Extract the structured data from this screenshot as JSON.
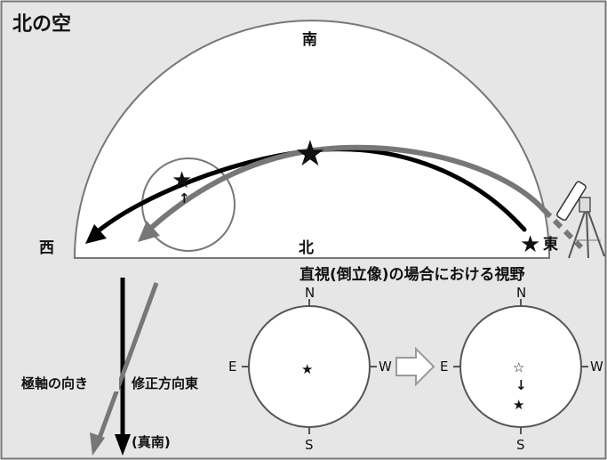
{
  "title": "北の空",
  "dome": {
    "top": "南",
    "bottom": "北",
    "left": "西",
    "right": "東"
  },
  "fov_caption": "直視(倒立像)の場合における視野",
  "axis": {
    "pole_axis_label": "極軸の向き",
    "correction_label": "修正方向東",
    "true_south_label": "(真南)"
  },
  "compass": {
    "n": "N",
    "s": "S",
    "e": "E",
    "w": "W"
  },
  "glyphs": {
    "star": "★",
    "star_outline": "☆",
    "down_arrow": "↓",
    "up_arrow": "↑"
  },
  "colors": {
    "background": "#e6e6e6",
    "frame": "#777777",
    "dome_fill": "#ffffff",
    "black_track": "#000000",
    "gray_track": "#777777",
    "lens_circle": "#777777",
    "block_arrow": "#9a9a9a"
  }
}
